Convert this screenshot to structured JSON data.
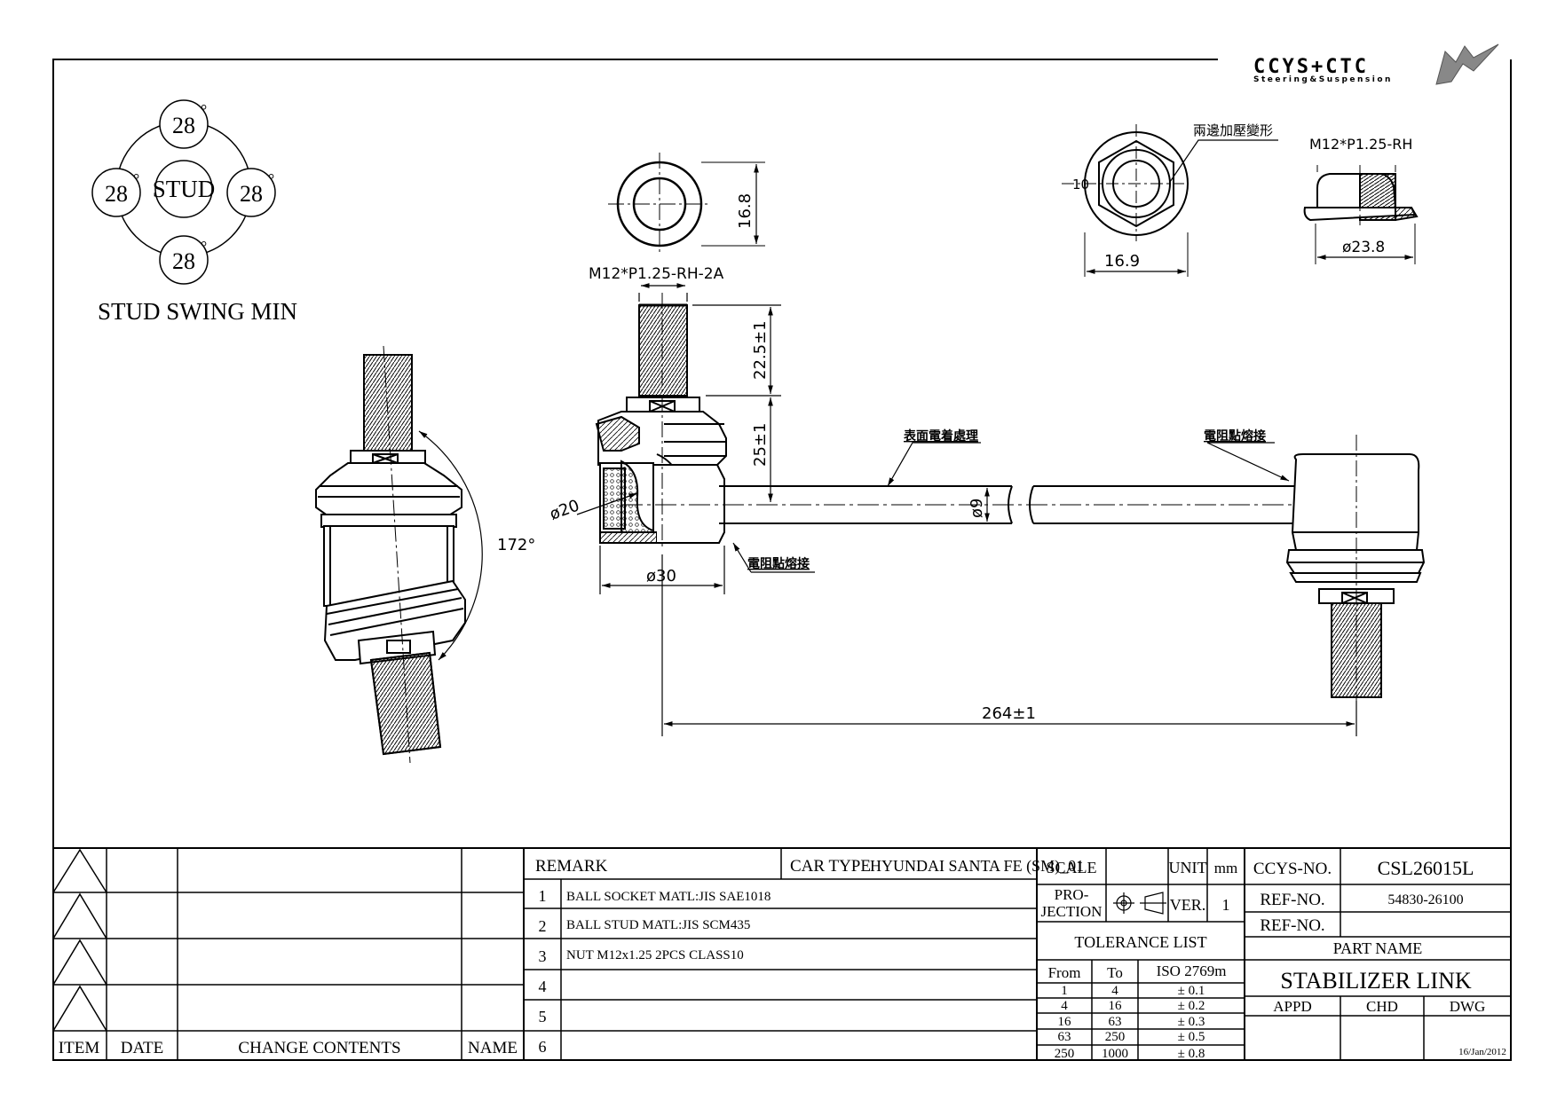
{
  "logo": {
    "brand": "CCYS+CTC",
    "tagline": "Steering&Suspension"
  },
  "swing": {
    "title": "STUD SWING MIN",
    "center": "STUD",
    "angles": [
      "28",
      "28",
      "28",
      "28"
    ],
    "degree": "°"
  },
  "dims": {
    "washer_h": "16.8",
    "thread_top": "M12*P1.25-RH-2A",
    "thread_len": "22.5±1",
    "neck_len": "25±1",
    "ball_dia": "ø20",
    "body_dia": "ø30",
    "angle": "172°",
    "bar_dia": "ø9",
    "total_len": "264±1",
    "nut_across": "16.9",
    "nut_ten": "10",
    "nut_thread": "M12*P1.25-RH",
    "nut_flange": "ø23.8"
  },
  "notes": {
    "surface": "表面電着處理",
    "weld_right": "電阻點熔接",
    "weld_left": "電阻點熔接",
    "nut_note": "兩邊加壓變形"
  },
  "title_block": {
    "remark_label": "REMARK",
    "car_type_label": "CAR TYPE",
    "car_type_value": "HYUNDAI SANTA FE (SM)_01",
    "remarks": [
      {
        "no": "1",
        "text": "BALL SOCKET MATL:JIS  SAE1018"
      },
      {
        "no": "2",
        "text": "BALL STUD MATL:JIS SCM435"
      },
      {
        "no": "3",
        "text": "NUT M12x1.25 2PCS CLASS10"
      },
      {
        "no": "4",
        "text": ""
      },
      {
        "no": "5",
        "text": ""
      },
      {
        "no": "6",
        "text": ""
      }
    ],
    "rev_headers": {
      "item": "ITEM",
      "date": "DATE",
      "change": "CHANGE CONTENTS",
      "name": "NAME"
    },
    "scale_label": "SCALE",
    "unit_label": "UNIT",
    "unit_value": "mm",
    "projection_label_1": "PRO-",
    "projection_label_2": "JECTION",
    "ver_label": "VER.",
    "ver_value": "1",
    "tolerance_title": "TOLERANCE LIST",
    "tolerance_headers": {
      "from": "From",
      "to": "To",
      "iso": "ISO 2769m"
    },
    "tolerance_rows": [
      {
        "from": "1",
        "to": "4",
        "tol": "± 0.1"
      },
      {
        "from": "4",
        "to": "16",
        "tol": "± 0.2"
      },
      {
        "from": "16",
        "to": "63",
        "tol": "± 0.3"
      },
      {
        "from": "63",
        "to": "250",
        "tol": "± 0.5"
      },
      {
        "from": "250",
        "to": "1000",
        "tol": "± 0.8"
      }
    ],
    "ccys_label": "CCYS-NO.",
    "ccys_value": "CSL26015L",
    "ref1_label": "REF-NO.",
    "ref1_value": "54830-26100",
    "ref2_label": "REF-NO.",
    "ref2_value": "",
    "part_name_label": "PART NAME",
    "part_name_value": "STABILIZER LINK",
    "appd_label": "APPD",
    "chd_label": "CHD",
    "dwg_label": "DWG",
    "date_value": "16/Jan/2012"
  }
}
